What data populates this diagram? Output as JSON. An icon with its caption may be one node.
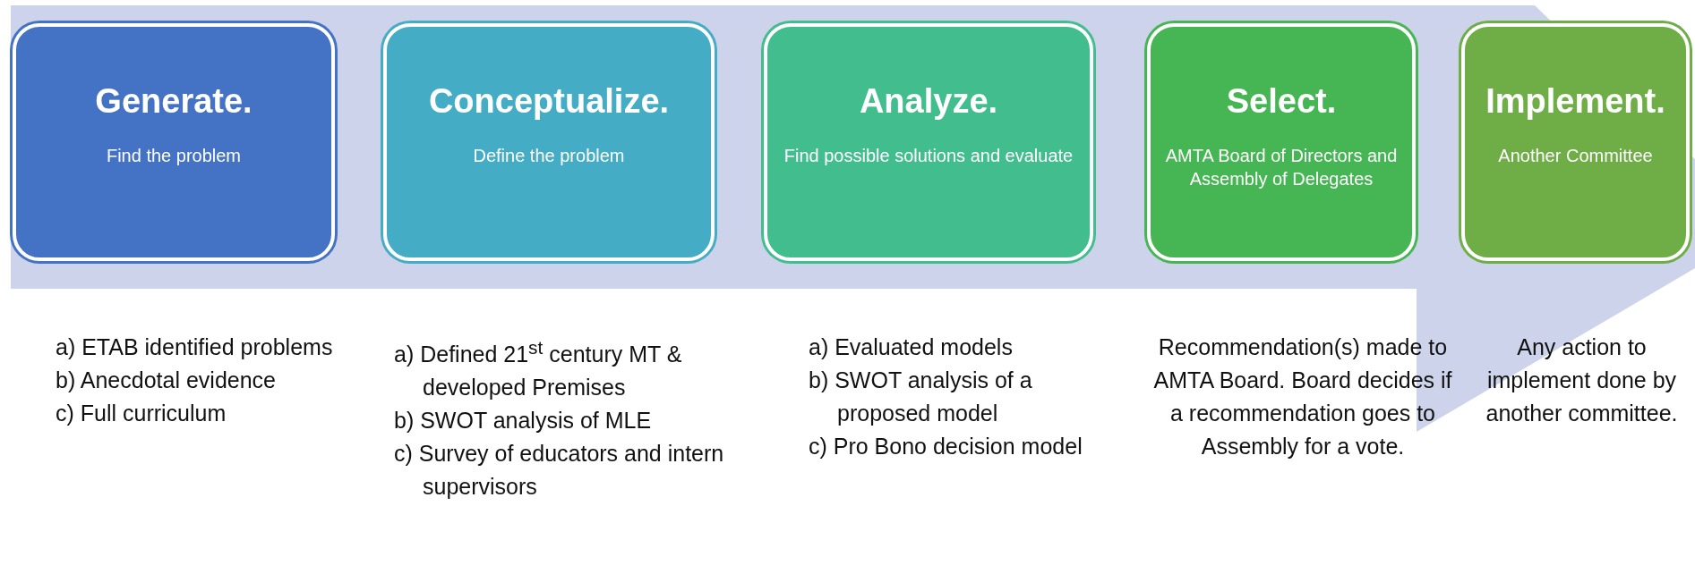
{
  "diagram": {
    "nodes": [
      {
        "text": [
          "Generate.",
          "Find the problem"
        ],
        "beside": [
          "a) ETAB identified problems",
          "b) Anecdotal evidence",
          "c) Full curriculum"
        ]
      },
      {
        "text": [
          "Conceptualize.",
          "Define the problem"
        ],
        "beside": [
          "a) Defined 21$^{st}$ century MT & developed Premises",
          "b) SWOT analysis of MLE",
          "c) Survey of educators and intern supervisors"
        ]
      },
      {
        "text": [
          "Analyze.",
          "Find possible solutions and evaluate"
        ],
        "beside": [
          "a) Evaluated models",
          "b) SWOT analysis of a proposed model",
          "c) Pro Bono decision model"
        ]
      },
      {
        "text": [
          "Select.",
          "AMTA Board of Directors and Assembly of Delegates"
        ],
        "beside": [
          "Recommendation(s) made to AMTA Board. Board decides if a recommendation goes to Assembly for a vote."
        ]
      },
      {
        "text": [
          "Implement.",
          "Another Committee"
        ],
        "beside": [
          "Any action to implement done by another committee."
        ]
      }
    ]
  }
}
